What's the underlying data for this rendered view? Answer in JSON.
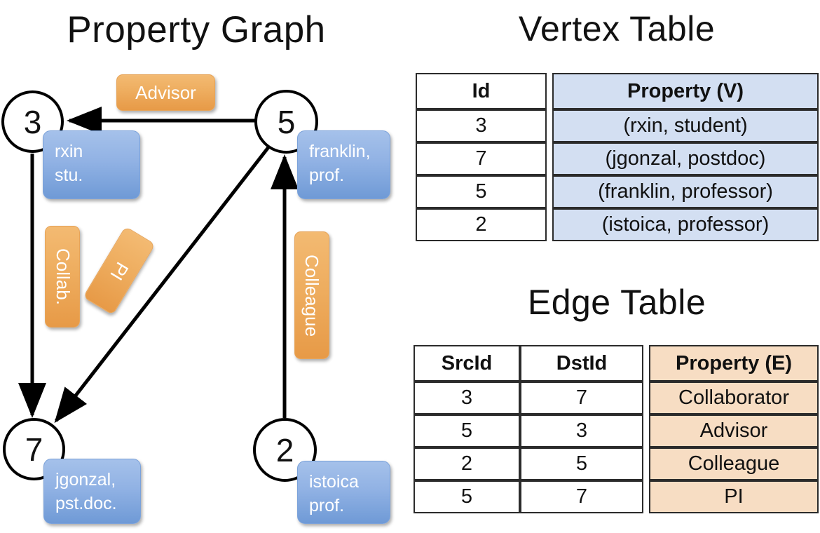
{
  "graph": {
    "title": "Property Graph",
    "nodes": [
      {
        "id": "3",
        "property_lines": [
          "rxin",
          "stu."
        ]
      },
      {
        "id": "5",
        "property_lines": [
          "franklin,",
          "prof."
        ]
      },
      {
        "id": "7",
        "property_lines": [
          "jgonzal,",
          "pst.doc."
        ]
      },
      {
        "id": "2",
        "property_lines": [
          "istoica",
          "prof."
        ]
      }
    ],
    "edge_labels": [
      {
        "name": "advisor",
        "text": "Advisor"
      },
      {
        "name": "collab",
        "text": "Collab."
      },
      {
        "name": "pi",
        "text": "PI"
      },
      {
        "name": "colleague",
        "text": "Colleague"
      }
    ],
    "colors": {
      "node_fill": "#ffffff",
      "node_stroke": "#000000",
      "property_box_top": "#a5c1ea",
      "property_box_bottom": "#6f9ad6",
      "edge_label_top": "#f3ba72",
      "edge_label_bottom": "#e79a47",
      "edge_stroke": "#000000"
    }
  },
  "vertex_table": {
    "title": "Vertex Table",
    "columns": [
      "Id",
      "Property (V)"
    ],
    "rows": [
      [
        "3",
        "(rxin, student)"
      ],
      [
        "7",
        "(jgonzal, postdoc)"
      ],
      [
        "5",
        "(franklin, professor)"
      ],
      [
        "2",
        "(istoica, professor)"
      ]
    ],
    "highlight_color": "#d3dff2"
  },
  "edge_table": {
    "title": "Edge Table",
    "columns": [
      "SrcId",
      "DstId",
      "Property (E)"
    ],
    "rows": [
      [
        "3",
        "7",
        "Collaborator"
      ],
      [
        "5",
        "3",
        "Advisor"
      ],
      [
        "2",
        "5",
        "Colleague"
      ],
      [
        "5",
        "7",
        "PI"
      ]
    ],
    "highlight_color": "#f7ddc3"
  }
}
